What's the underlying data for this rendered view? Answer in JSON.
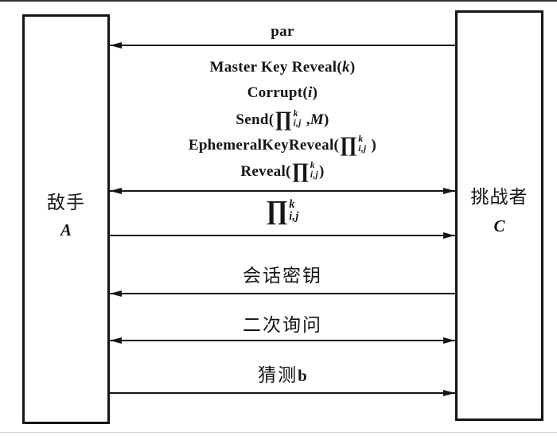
{
  "figure": {
    "kind": "security-protocol-interaction-diagram",
    "line_color": "#151515",
    "background": "#ffffff"
  },
  "actors": {
    "adversary": {
      "name": "敌手",
      "symbol": "A"
    },
    "challenger": {
      "name": "挑战者",
      "symbol": "C"
    }
  },
  "messages": {
    "par": {
      "direction": "left",
      "segments": [
        {
          "s": "plain",
          "t": "par"
        }
      ]
    },
    "oracle_queries": {
      "direction": "both",
      "lines": [
        {
          "segments": [
            {
              "s": "plain",
              "t": "Master Key Reveal("
            },
            {
              "s": "italic",
              "t": "k"
            },
            {
              "s": "plain",
              "t": ")"
            }
          ]
        },
        {
          "segments": [
            {
              "s": "plain",
              "t": "Corrupt("
            },
            {
              "s": "italic",
              "t": "i"
            },
            {
              "s": "plain",
              "t": ")"
            }
          ]
        },
        {
          "segments": [
            {
              "s": "plain",
              "t": "Send("
            },
            {
              "s": "pi",
              "sup": "k",
              "sub": "i,j"
            },
            {
              "s": "plain",
              "t": " ,"
            },
            {
              "s": "italic",
              "t": "M"
            },
            {
              "s": "plain",
              "t": ")"
            }
          ]
        },
        {
          "segments": [
            {
              "s": "plain",
              "t": "EphemeralKeyReveal("
            },
            {
              "s": "pi",
              "sup": "k",
              "sub": "i,j"
            },
            {
              "s": "plain",
              "t": " )"
            }
          ]
        },
        {
          "segments": [
            {
              "s": "plain",
              "t": "Reveal("
            },
            {
              "s": "pi",
              "sup": "k",
              "sub": "i,j"
            },
            {
              "s": "plain",
              "t": ")"
            }
          ]
        }
      ]
    },
    "session_oracle": {
      "direction": "right",
      "segments": [
        {
          "s": "pi",
          "sup": "k",
          "sub": "i,j"
        }
      ]
    },
    "session_key": {
      "direction": "left",
      "segments": [
        {
          "s": "cjk",
          "t": "会话密钥"
        }
      ]
    },
    "second_query": {
      "direction": "both",
      "segments": [
        {
          "s": "cjk",
          "t": "二次询问"
        }
      ]
    },
    "guess_b": {
      "direction": "right",
      "segments": [
        {
          "s": "cjk",
          "t": "猜测"
        },
        {
          "s": "plain",
          "t": "b"
        }
      ]
    }
  }
}
